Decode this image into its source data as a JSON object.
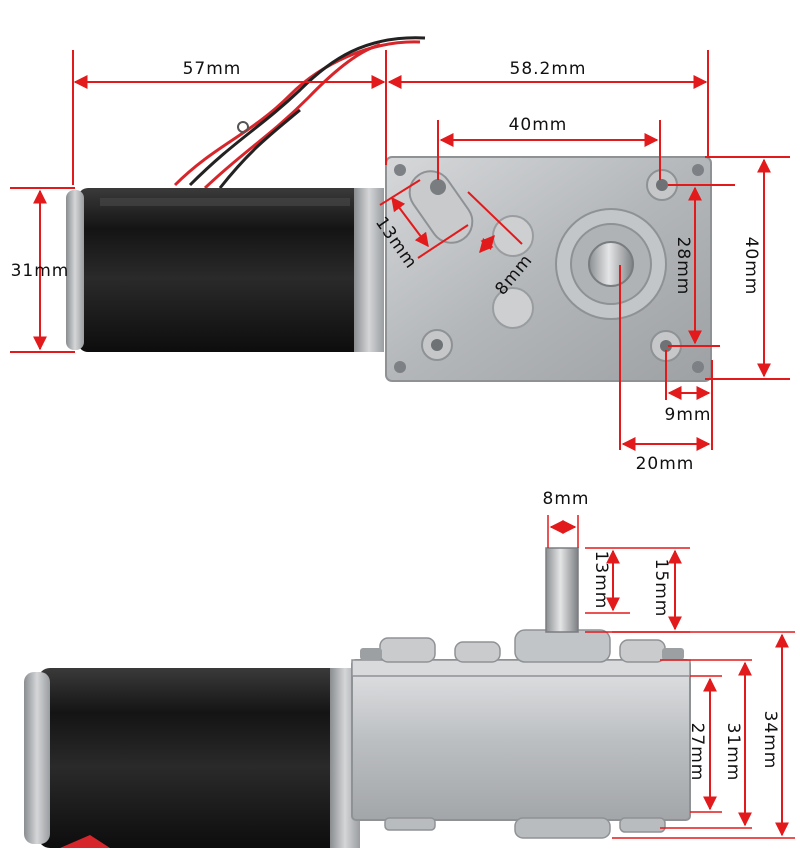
{
  "colors": {
    "dimension_line": "#e31a1c",
    "motor_body": "#1c1c1c",
    "gearbox": "#b9bcbf",
    "wire_red": "#d7262b",
    "wire_black": "#222222"
  },
  "top_view": {
    "motor_length": "57mm",
    "gearbox_length": "58.2mm",
    "mount_hole_spacing_x": "40mm",
    "motor_diameter": "31mm",
    "slot_length": "13mm",
    "slot_width": "8mm",
    "mount_hole_spacing_y": "28mm",
    "gearbox_height": "40mm",
    "hole_edge_offset": "9mm",
    "shaft_edge_offset": "20mm"
  },
  "side_view": {
    "shaft_diameter": "8mm",
    "shaft_flat_length": "13mm",
    "shaft_length": "15mm",
    "body_27": "27mm",
    "body_31": "31mm",
    "body_34": "34mm"
  }
}
